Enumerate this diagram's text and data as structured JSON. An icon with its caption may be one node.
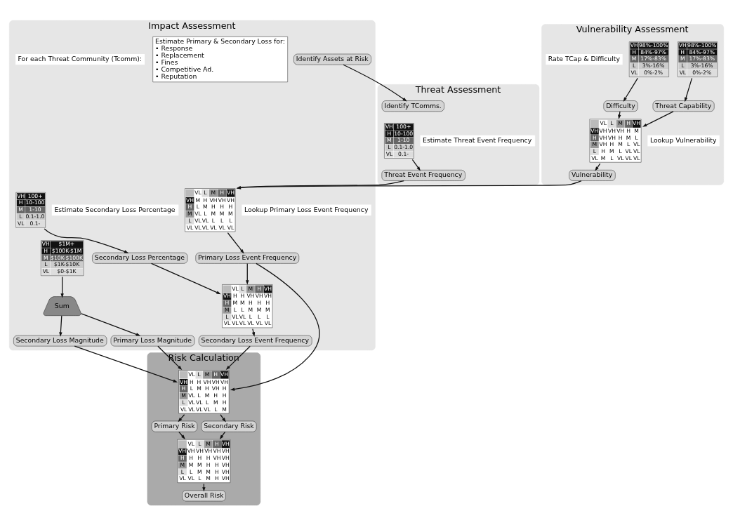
{
  "diagram": {
    "nodes": [
      {
        "text": [
          "Impact Assessment"
        ]
      },
      {
        "text": [
          "Identify Assets at Risk"
        ],
        "in": 0
      },
      {
        "text": [
          "Threat Assessment"
        ]
      },
      {
        "text": [
          "Identify TComms."
        ],
        "in": 2
      },
      {
        "text": [
          "Vulnerability Assessment"
        ]
      },
      {
        "text": [
          "Risk Calculation"
        ]
      },
      {
        "text": [
          "VH",
          "100+",
          "H",
          "10-100",
          "M",
          "1-10",
          "L",
          "0.1-1.0",
          "VL",
          "0.1-"
        ],
        "beside": [
          "Estimate Secondary Loss Percentage"
        ],
        "in": 0
      },
      {
        "text": [
          "Secondary Loss Percentage"
        ],
        "in": 0
      },
      {
        "text": [
          "VL",
          "L",
          "M",
          "H",
          "VH",
          "VH",
          "M",
          "H",
          "VH",
          "VH",
          "VH",
          "H",
          "L",
          "M",
          "H",
          "H",
          "H",
          "M",
          "VL",
          "L",
          "M",
          "M",
          "M",
          "L",
          "VL",
          "VL",
          "L",
          "L",
          "L",
          "VL",
          "VL",
          "VL",
          "VL",
          "VL",
          "VL"
        ],
        "beside": [
          "Lookup Primary Loss Event Frequency"
        ],
        "in": 0
      },
      {
        "text": [
          "VL",
          "L",
          "M",
          "H",
          "VH",
          "VH",
          "H",
          "H",
          "VH",
          "VH",
          "VH",
          "H",
          "M",
          "M",
          "H",
          "H",
          "H",
          "M",
          "L",
          "L",
          "M",
          "M",
          "M",
          "L",
          "VL",
          "VL",
          "L",
          "L",
          "L",
          "VL",
          "VL",
          "VL",
          "VL",
          "VL",
          "VL"
        ],
        "in": 0
      },
      {
        "text": [
          "Primary Loss Event Frequency"
        ],
        "in": 0
      },
      {
        "text": [
          "Secondary Loss Event Frequency"
        ],
        "in": 0
      },
      {
        "text": [
          "Estimate Primary & Secondary Loss for:",
          "• Response",
          "• Replacement",
          "• Fines",
          "• Competitive Ad.",
          "• Reputation"
        ],
        "in": 0
      },
      {
        "text": [
          "VH",
          "$1M+",
          "H",
          "$100K-$1M",
          "M",
          "$10K-$100K",
          "L",
          "$1K-$10K",
          "VL",
          "$0-$1K"
        ],
        "in": 0
      },
      {
        "text": [
          "Sum"
        ],
        "in": 0
      },
      {
        "text": [
          "Primary Loss Magnitude"
        ],
        "in": 0
      },
      {
        "text": [
          "Secondary Loss Magnitude"
        ],
        "in": 0
      },
      {
        "text": [
          "VH",
          "100+",
          "H",
          "10-100",
          "M",
          "1-10",
          "L",
          "0.1-1.0",
          "VL",
          "0.1-"
        ],
        "beside": [
          "Estimate Threat Event Frequency"
        ],
        "in": 2
      },
      {
        "text": [
          "Threat Event Frequency"
        ],
        "in": 2
      },
      {
        "text": [
          "VH",
          "98%-100%",
          "H",
          "84%-97%",
          "M",
          "17%-83%",
          "L",
          "3%-16%",
          "VL",
          "0%-2%"
        ],
        "in": 4
      },
      {
        "text": [
          "VH",
          "98%-100%",
          "H",
          "84%-97%",
          "M",
          "17%-83%",
          "L",
          "3%-16%",
          "VL",
          "0%-2%"
        ],
        "in": 4
      },
      {
        "text": [
          "Threat Capability"
        ],
        "in": 4
      },
      {
        "text": [
          "Difficulty"
        ],
        "in": 4
      },
      {
        "text": [
          "VL",
          "L",
          "M",
          "H",
          "VH",
          "VH",
          "VH",
          "VH",
          "VH",
          "H",
          "M",
          "H",
          "VH",
          "VH",
          "H",
          "M",
          "L",
          "M",
          "VH",
          "H",
          "M",
          "L",
          "VL",
          "L",
          "H",
          "M",
          "L",
          "VL",
          "VL",
          "VL",
          "M",
          "L",
          "VL",
          "VL",
          "VL"
        ],
        "beside": [
          "Lookup Vulnerability"
        ],
        "in": 4
      },
      {
        "text": [
          "Vulnerability"
        ],
        "in": 4
      },
      {
        "text": [
          "VL",
          "L",
          "M",
          "H",
          "VH",
          "VH",
          "H",
          "H",
          "VH",
          "VH",
          "VH",
          "H",
          "L",
          "M",
          "H",
          "VH",
          "H",
          "M",
          "VL",
          "L",
          "M",
          "H",
          "H",
          "L",
          "VL",
          "VL",
          "L",
          "M",
          "H",
          "VL",
          "VL",
          "VL",
          "VL",
          "L",
          "M"
        ],
        "in": 5
      },
      {
        "text": [
          "Primary Risk"
        ],
        "in": 5
      },
      {
        "text": [
          "Secondary Risk"
        ],
        "in": 5
      },
      {
        "text": [
          "VL",
          "L",
          "M",
          "H",
          "VH",
          "VH",
          "VH",
          "VH",
          "VH",
          "VH",
          "VH",
          "H",
          "H",
          "H",
          "H",
          "VH",
          "VH",
          "M",
          "M",
          "M",
          "H",
          "H",
          "VH",
          "L",
          "L",
          "M",
          "M",
          "H",
          "VH",
          "VL",
          "VL",
          "L",
          "M",
          "H",
          "VH"
        ],
        "in": 5
      },
      {
        "text": [
          "Overall Risk"
        ],
        "in": 5
      }
    ],
    "edges": [
      {
        "from": 1,
        "to": 3,
        "arrow": "to"
      },
      {
        "from": 6,
        "to": 7,
        "arrow": "to"
      },
      {
        "from": 7,
        "to": 9,
        "arrow": "to"
      },
      {
        "from": 8,
        "to": 10,
        "arrow": "to"
      },
      {
        "from": 10,
        "to": 9,
        "arrow": "to"
      },
      {
        "from": 9,
        "to": 11,
        "arrow": "to"
      },
      {
        "from": 17,
        "to": 18,
        "arrow": "to"
      },
      {
        "from": 18,
        "to": 8,
        "arrow": "to"
      },
      {
        "from": 24,
        "to": 8,
        "arrow": "to"
      },
      {
        "from": 19,
        "to": 21,
        "arrow": "to"
      },
      {
        "from": 20,
        "to": 22,
        "arrow": "to"
      },
      {
        "from": 21,
        "to": 23,
        "arrow": "to"
      },
      {
        "from": 22,
        "to": 23,
        "arrow": "to"
      },
      {
        "from": 23,
        "to": 24,
        "arrow": "to"
      },
      {
        "from": 10,
        "to": 25,
        "arrow": "to"
      },
      {
        "from": 11,
        "to": 25,
        "arrow": "to"
      },
      {
        "from": 13,
        "to": 14,
        "arrow": "to"
      },
      {
        "from": 14,
        "to": 15,
        "arrow": "to"
      },
      {
        "from": 14,
        "to": 16,
        "arrow": "to"
      },
      {
        "from": 15,
        "to": 25,
        "arrow": "to"
      },
      {
        "from": 16,
        "to": 25,
        "arrow": "to"
      },
      {
        "from": 25,
        "to": 26,
        "arrow": "to"
      },
      {
        "from": 25,
        "to": 27,
        "arrow": "to"
      },
      {
        "from": 26,
        "to": 28,
        "arrow": "to"
      },
      {
        "from": 27,
        "to": 28,
        "arrow": "to"
      },
      {
        "from": 28,
        "to": 29,
        "arrow": "to"
      }
    ],
    "labels": [
      "For each Threat Community (Tcomm):",
      "Rate TCap & Difficulty"
    ]
  }
}
